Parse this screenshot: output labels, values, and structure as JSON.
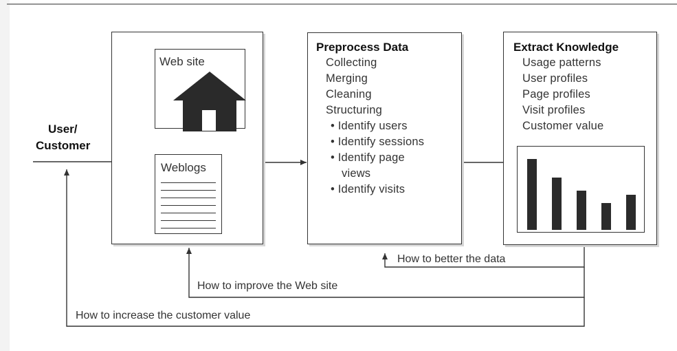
{
  "actor": {
    "line1": "User/",
    "line2": "Customer"
  },
  "website_box": {
    "site_label": "Web site",
    "logs_label": "Weblogs"
  },
  "preprocess": {
    "title": "Preprocess Data",
    "steps": [
      "Collecting",
      "Merging",
      "Cleaning",
      "Structuring"
    ],
    "substeps": [
      "Identify users",
      "Identify sessions",
      "Identify page",
      "views",
      "Identify visits"
    ]
  },
  "extract": {
    "title": "Extract Knowledge",
    "items": [
      "Usage patterns",
      "User profiles",
      "Page profiles",
      "Visit profiles",
      "Customer value"
    ],
    "bar_values": [
      0.87,
      0.64,
      0.48,
      0.33,
      0.43
    ],
    "bar_color": "#2b2b2b"
  },
  "feedback": {
    "data_loop": "How to better the data",
    "site_loop": "How to improve the Web site",
    "value_loop": "How to increase the customer value"
  }
}
